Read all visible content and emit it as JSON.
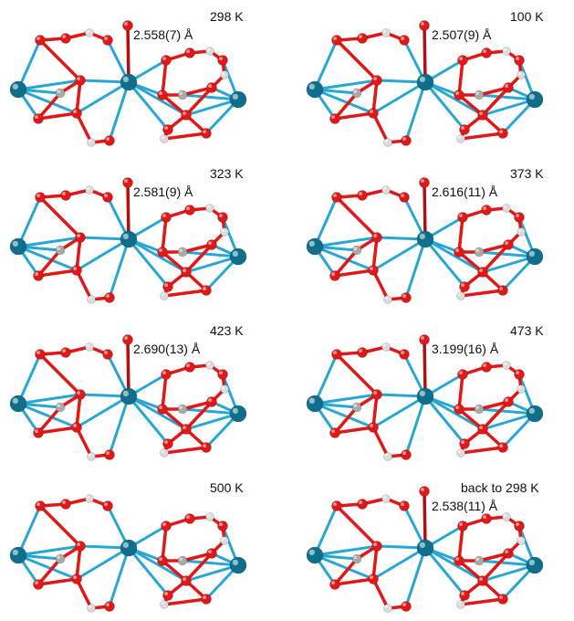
{
  "colors": {
    "metal_dark": "#0e6e8c",
    "metal_bond": "#29a7d4",
    "oxygen": "#e01818",
    "carbon": "#a9a9a9",
    "hydrogen": "#dcdcdc"
  },
  "panels": [
    {
      "temperature": "298 K",
      "distance": "2.558(7) Å"
    },
    {
      "temperature": "100 K",
      "distance": "2.507(9) Å"
    },
    {
      "temperature": "323 K",
      "distance": "2.581(9) Å"
    },
    {
      "temperature": "373 K",
      "distance": "2.616(11) Å"
    },
    {
      "temperature": "423 K",
      "distance": "2.690(13) Å"
    },
    {
      "temperature": "473 K",
      "distance": "3.199(16) Å"
    },
    {
      "temperature": "500 K",
      "distance": ""
    },
    {
      "temperature": "back to 298 K",
      "distance": "2.538(11) Å"
    }
  ]
}
